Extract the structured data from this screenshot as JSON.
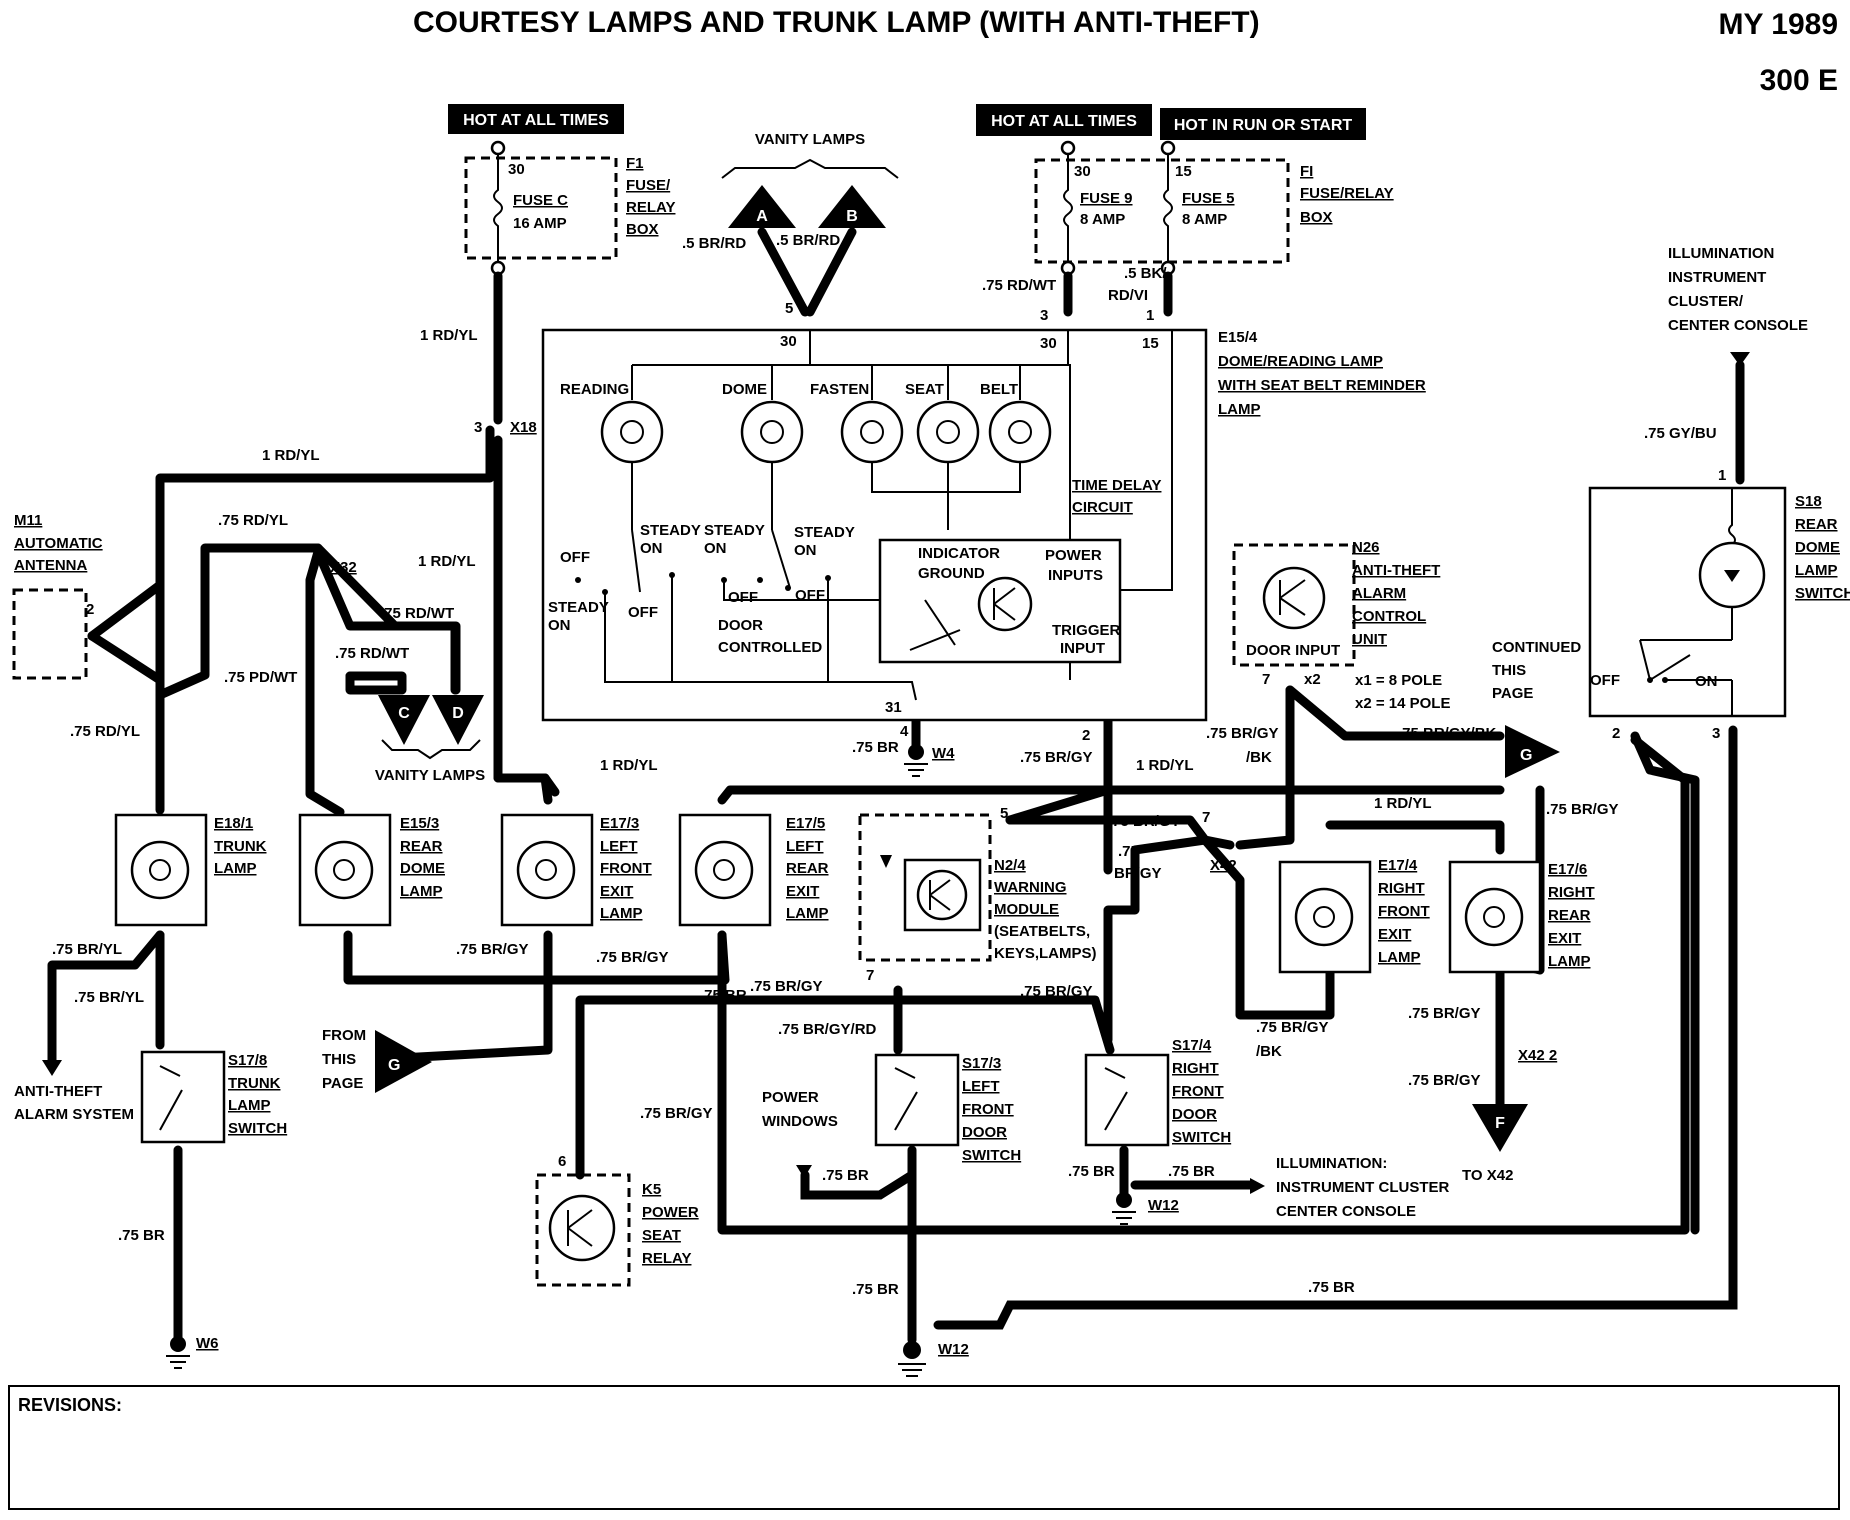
{
  "title": "COURTESY LAMPS AND TRUNK LAMP (WITH ANTI-THEFT)",
  "model_year": "MY 1989",
  "model": "300 E",
  "revisions_label": "REVISIONS:",
  "power_tags": {
    "hot_left": "HOT AT ALL TIMES",
    "hot_right": "HOT AT ALL TIMES",
    "hot_run": "HOT IN RUN OR START"
  },
  "fuse_box_left": {
    "id": "F1",
    "name_lines": [
      "FUSE/",
      "RELAY",
      "BOX"
    ],
    "fuse_name": "FUSE C",
    "fuse_rating": "16 AMP",
    "pin": "30"
  },
  "fuse_box_right": {
    "id": "FI",
    "name_lines": [
      "FUSE/RELAY",
      "BOX"
    ],
    "fuse1_name": "FUSE 9",
    "fuse1_rating": "8 AMP",
    "fuse1_pin": "30",
    "fuse2_name": "FUSE 5",
    "fuse2_rating": "8 AMP",
    "fuse2_pin": "15"
  },
  "vanity_top": {
    "label": "VANITY LAMPS",
    "a": "A",
    "b": "B",
    "wire_a": ".5 BR/RD",
    "wire_b": ".5 BR/RD"
  },
  "vanity_bottom": {
    "label": "VANITY LAMPS",
    "c": "C",
    "d": "D"
  },
  "dome_unit": {
    "id": "E15/4",
    "name_lines": [
      "DOME/READING LAMP",
      "WITH SEAT BELT REMINDER",
      "LAMP"
    ],
    "lamp_labels": [
      "READING",
      "DOME",
      "FASTEN",
      "SEAT",
      "BELT"
    ],
    "pin_5": "5",
    "pin_3": "3",
    "pin_1": "1",
    "pin_30a": "30",
    "pin_30b": "30",
    "pin_15": "15",
    "pin_31": "31",
    "pin_4": "4",
    "pin_2": "2",
    "steady_on_1": [
      "STEADY",
      "ON"
    ],
    "steady_on_2": [
      "STEADY",
      "ON"
    ],
    "steady_on_3": [
      "STEADY",
      "ON"
    ],
    "steady_on_4": [
      "STEADY",
      "ON"
    ],
    "off_1": "OFF",
    "off_2": "OFF",
    "off_3": "OFF",
    "off_4": "OFF",
    "door_controlled": [
      "DOOR",
      "CONTROLLED"
    ],
    "time_delay": [
      "TIME DELAY",
      "CIRCUIT"
    ],
    "indicator_ground": [
      "INDICATOR",
      "GROUND"
    ],
    "power_inputs": [
      "POWER",
      "INPUTS"
    ],
    "trigger_input": [
      "TRIGGER",
      "INPUT"
    ]
  },
  "wires": {
    "w_75rdwt_top": ".75 RD/WT",
    "w_5bk": [
      ".5 BK/",
      "RD/VI"
    ],
    "w_1rdyl_a": "1 RD/YL",
    "w_1rdyl_b": "1 RD/YL",
    "w_1rdyl_c": "1 RD/YL",
    "w_1rdyl_d": "1 RD/YL",
    "w_1rdyl_e": "1 RD/YL",
    "w_1rdyl_f": "1 RD/YL",
    "w_75rdyl_a": ".75 RD/YL",
    "w_75rdyl_b": ".75 RD/YL",
    "w_75rdwt_a": ".75 RD/WT",
    "w_75rdwt_b": ".75 RD/WT",
    "w_75pdwt": ".75 PD/WT",
    "w_75gybu": ".75 GY/BU",
    "w_75br_w4": ".75 BR",
    "w_75brgy_a": ".75 BR/GY",
    "w_75brgy_b": ".75 BR/GY",
    "w_75brgy_c": ".75 BR/GY",
    "w_75brgy_d": ".75 BR/GY",
    "w_75brgy_e": ".75 BR/GY",
    "w_75brgy_f": ".75 BR/GY",
    "w_75brgy_g": ".75 BR/GY",
    "w_75brgy_h": ".75 BR/GY",
    "w_75brgy_i": ".75 BR/GY",
    "w_75brgy_j": [
      ".75",
      "BR/GY"
    ],
    "w_75brgybk_a": [
      ".75 BR/GY",
      "/BK"
    ],
    "w_75brgybk_b": ".75 BR/GY/BK",
    "w_75brgybk_c": [
      ".75 BR/GY",
      "/BK"
    ],
    "w_75brgyrd": ".75 BR/GY/RD",
    "w_75bryl_a": ".75 BR/YL",
    "w_75bryl_b": ".75 BR/YL",
    "w_75br_a": ".75 BR",
    "w_75br_b": ".75 BR",
    "w_75br_c": ".75 BR",
    "w_75br_d": ".75 BR",
    "w_75br_e": ".75 BR",
    "w_75br_f": ".75 BR",
    "w_75br_g": ".75 BR",
    "w_75brgy_k": ".75 BR/GY"
  },
  "connectors": {
    "x18": "X18",
    "x18_pin": "3",
    "x32": "X32",
    "x42": "X42",
    "x42_pin": "7",
    "x42_2": "X42 2"
  },
  "components": {
    "m11": {
      "id": "M11",
      "name_lines": [
        "AUTOMATIC",
        "ANTENNA"
      ],
      "pin": "2"
    },
    "e18_1": {
      "id": "E18/1",
      "name_lines": [
        "TRUNK",
        "LAMP"
      ]
    },
    "e15_3": {
      "id": "E15/3",
      "name_lines": [
        "REAR",
        "DOME",
        "LAMP"
      ]
    },
    "e17_3": {
      "id": "E17/3",
      "name_lines": [
        "LEFT",
        "FRONT",
        "EXIT",
        "LAMP"
      ]
    },
    "e17_5": {
      "id": "E17/5",
      "name_lines": [
        "LEFT",
        "REAR",
        "EXIT",
        "LAMP"
      ]
    },
    "e17_4": {
      "id": "E17/4",
      "name_lines": [
        "RIGHT",
        "FRONT",
        "EXIT",
        "LAMP"
      ]
    },
    "e17_6": {
      "id": "E17/6",
      "name_lines": [
        "RIGHT",
        "REAR",
        "EXIT",
        "LAMP"
      ]
    },
    "n2_4": {
      "id": "N2/4",
      "name_lines": [
        "WARNING",
        "MODULE",
        "(SEATBELTS,",
        "KEYS,LAMPS)"
      ],
      "pin_5": "5",
      "pin_7": "7"
    },
    "n26": {
      "id": "N26",
      "name_lines": [
        "ANTI-THEFT",
        "ALARM",
        "CONTROL",
        "UNIT"
      ],
      "door_input": "DOOR INPUT",
      "pin_7": "7",
      "pin_x2": "x2",
      "pole_1": "x1 = 8 POLE",
      "pole_2": "x2 = 14 POLE"
    },
    "s18": {
      "id": "S18",
      "name_lines": [
        "REAR",
        "DOME",
        "LAMP",
        "SWITCH"
      ],
      "off": "OFF",
      "on": "ON",
      "pin_1": "1",
      "pin_2": "2",
      "pin_3": "3"
    },
    "s17_8": {
      "id": "S17/8",
      "name_lines": [
        "TRUNK",
        "LAMP",
        "SWITCH"
      ]
    },
    "s17_3": {
      "id": "S17/3",
      "name_lines": [
        "LEFT",
        "FRONT",
        "DOOR",
        "SWITCH"
      ]
    },
    "s17_4": {
      "id": "S17/4",
      "name_lines": [
        "RIGHT",
        "FRONT",
        "DOOR",
        "SWITCH"
      ]
    },
    "k5": {
      "id": "K5",
      "name_lines": [
        "POWER",
        "SEAT",
        "RELAY"
      ],
      "pin": "6"
    }
  },
  "grounds": {
    "w4": "W4",
    "w6": "W6",
    "w12a": "W12",
    "w12b": "W12"
  },
  "references": {
    "illum_top": [
      "ILLUMINATION",
      "INSTRUMENT",
      "CLUSTER/",
      "CENTER CONSOLE"
    ],
    "continued": [
      "CONTINUED",
      "THIS",
      "PAGE"
    ],
    "g_out": "G",
    "from_page": [
      "FROM",
      "THIS",
      "PAGE"
    ],
    "g_in": "G",
    "anti_theft": [
      "ANTI-THEFT",
      "ALARM SYSTEM"
    ],
    "power_windows": [
      "POWER",
      "WINDOWS"
    ],
    "illum_bottom": [
      "ILLUMINATION:",
      "INSTRUMENT CLUSTER",
      "CENTER CONSOLE"
    ],
    "f": "F",
    "to_x42": "TO X42"
  }
}
